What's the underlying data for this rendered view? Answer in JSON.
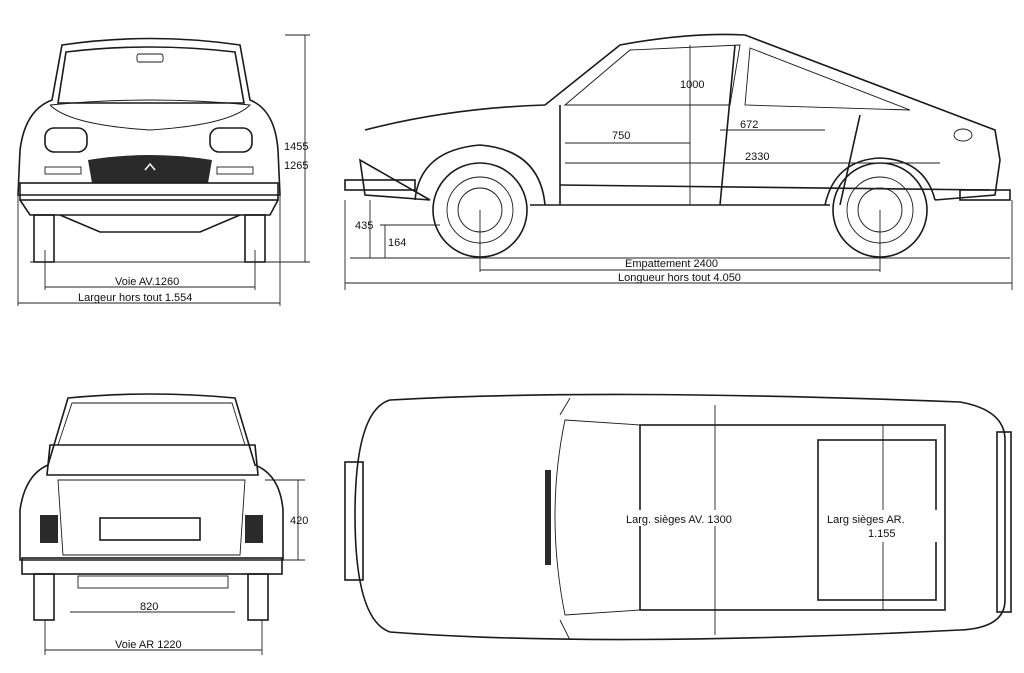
{
  "front_view": {
    "height_total": "1455",
    "height_body": "1265",
    "track_front": "Voie AV.1260",
    "overall_width": "Largeur hors tout 1.554"
  },
  "side_view": {
    "interior_height": "1000",
    "front_seat_depth": "750",
    "rear_seat_depth": "672",
    "interior_length": "2330",
    "bumper_height": "435",
    "ground_clearance": "164",
    "wheelbase": "Empattement 2400",
    "overall_length": "Longueur hors tout 4.050"
  },
  "rear_view": {
    "trunk_height": "420",
    "trunk_width": "820",
    "track_rear": "Voie AR 1220"
  },
  "top_view": {
    "front_seat_width": "Larg. sièges AV. 1300",
    "rear_seat_width_label": "Larg sièges AR.",
    "rear_seat_width_value": "1.155"
  }
}
